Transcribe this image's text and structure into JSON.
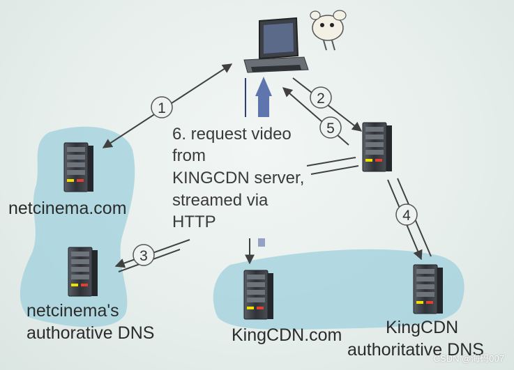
{
  "nodes": {
    "netcinema": "netcinema.com",
    "netcinema_dns_line1": "netcinema's",
    "netcinema_dns_line2": "authorative DNS",
    "kingcdn": "KingCDN.com",
    "kingcdn_dns_line1": "KingCDN",
    "kingcdn_dns_line2": "authoritative DNS"
  },
  "steps": [
    "1",
    "2",
    "3",
    "4",
    "5"
  ],
  "message": {
    "line1": "6. request video",
    "line2": "from",
    "line3": "KINGCDN server,",
    "line4": "streamed via",
    "line5": "HTTP"
  },
  "watermark": "CSDN @海码007",
  "colors": {
    "blob": "#9fd0dc",
    "server_dark": "#3a3d42",
    "arrow_blue": "#5f75ad",
    "line": "#404040"
  }
}
